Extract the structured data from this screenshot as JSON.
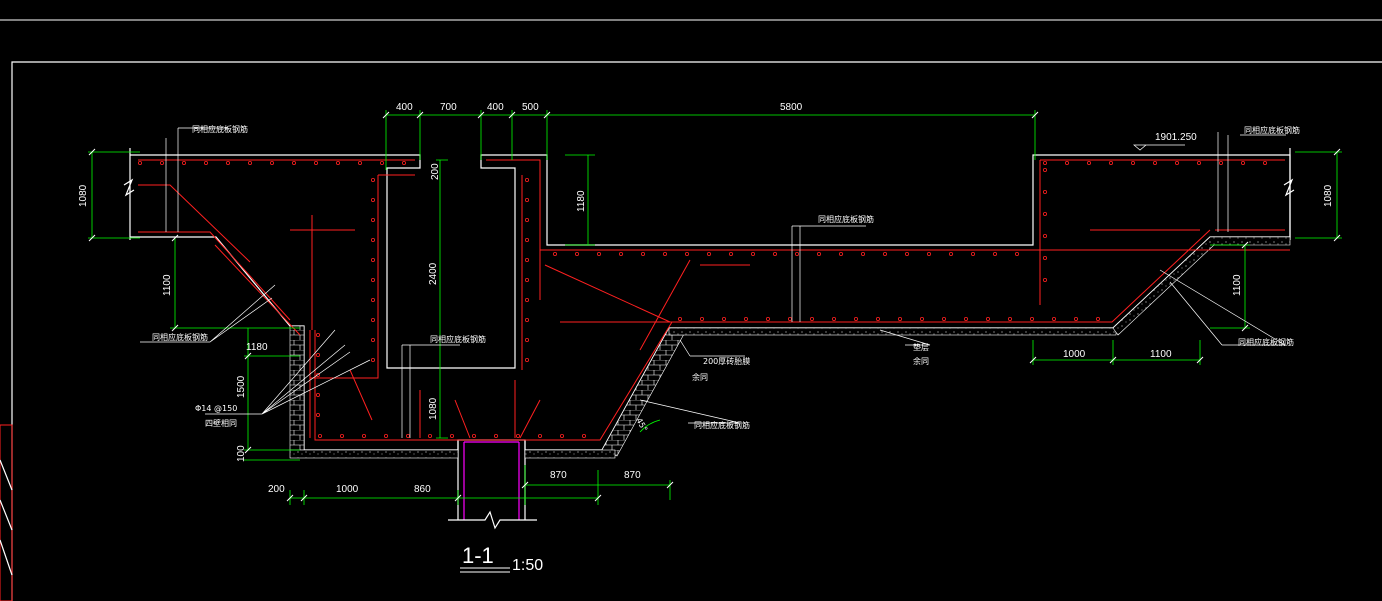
{
  "drawing": {
    "title": "1-1",
    "scale": "1:50",
    "top_dims": [
      "400",
      "700",
      "400",
      "500",
      "5800"
    ],
    "left_dims": [
      "1080",
      "1100",
      "1180",
      "1500",
      "1080",
      "100"
    ],
    "bottom_dims": [
      "200",
      "1000",
      "860",
      "870",
      "870"
    ],
    "right_dims": [
      "1080",
      "1100",
      "1000",
      "1100"
    ],
    "inner_dims": [
      "200",
      "2400",
      "1180"
    ],
    "elevation": "1901.250",
    "notes": {
      "rebar_left_top": "同相应底板钢筋",
      "rebar_right_top": "同相应底板钢筋",
      "rebar_left_mid": "同相应底板钢筋",
      "rebar_center": "同相应底板钢筋",
      "rebar_top_mid": "同相应底板钢筋",
      "rebar_right_mid": "同相应底板钢筋",
      "rebar_slope": "同相应底板钢筋",
      "bar_spec": "Φ14 @150",
      "bar_note": "四壁相同",
      "wall_200": "200厚砖胎膜",
      "wall_200_sub": "余同",
      "cushion": "垫层",
      "cushion_sub": "余同",
      "angle": "45°"
    }
  }
}
